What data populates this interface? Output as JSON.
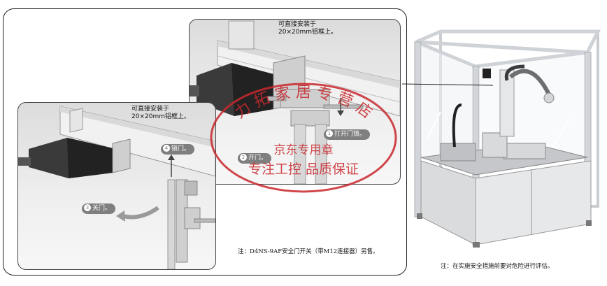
{
  "callouts": {
    "large_inset_mount": [
      "可直接安装于",
      "20×20mm铝框上。"
    ],
    "small_inset_mount": [
      "可直接安装于",
      "20×20mm铝框上。"
    ]
  },
  "steps": [
    {
      "num": "1",
      "label": "打开门锁。"
    },
    {
      "num": "2",
      "label": "开门。"
    },
    {
      "num": "3",
      "label": "关门。"
    },
    {
      "num": "4",
      "label": "锁门。"
    }
  ],
  "notes": {
    "switch_note": "注：D4NS-9AF安全门开关（带M12连接器）另售。",
    "machine_note": "注：在实施安全措施前要对危险进行评估。"
  },
  "stamp": {
    "arc_text": "力 拓 家 居 专 营 店",
    "line1": "京东专用章",
    "line2": "专注工控 品质保证"
  },
  "colors": {
    "stamp": "#c8282d",
    "pill": "#7f7f7f",
    "frame": "#cfd2d6"
  }
}
